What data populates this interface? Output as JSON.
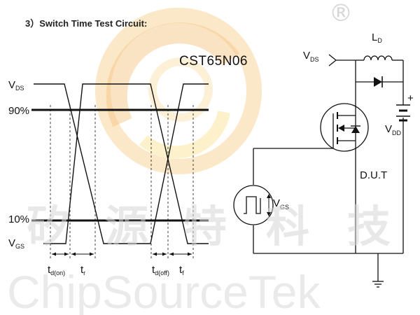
{
  "title": "3）Switch Time Test Circuit:",
  "part_number": "CST65N06",
  "registered_mark": "®",
  "colors": {
    "line": "#111111",
    "watermark": "#d7d7d7",
    "logo_orange": "#f3c27a",
    "logo_yellow": "#f8e08a"
  },
  "waveform": {
    "levels": [
      {
        "main": "V",
        "sub": "DS"
      },
      {
        "main": "90%",
        "sub": ""
      },
      {
        "main": "10%",
        "sub": ""
      },
      {
        "main": "V",
        "sub": "GS"
      }
    ],
    "timing": [
      {
        "main": "t",
        "sub": "d(on)"
      },
      {
        "main": "t",
        "sub": "r"
      },
      {
        "main": "t",
        "sub": "d(off)"
      },
      {
        "main": "t",
        "sub": "f"
      }
    ]
  },
  "circuit": {
    "vds": {
      "main": "V",
      "sub": "DS"
    },
    "inductor": {
      "main": "L",
      "sub": "D"
    },
    "vdd": {
      "main": "V",
      "sub": "DD"
    },
    "vgs": {
      "main": "V",
      "sub": "GS"
    },
    "plus": "+",
    "dut": "D.U.T"
  },
  "watermark": {
    "chinese": [
      "矽",
      "源",
      "特",
      "科",
      "技"
    ],
    "english": "ChipSourceTek"
  }
}
